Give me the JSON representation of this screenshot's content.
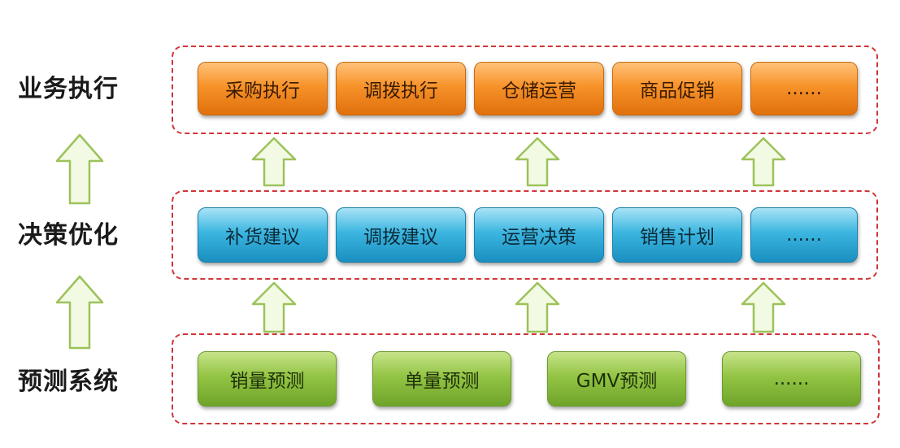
{
  "layers": [
    {
      "label": "业务执行",
      "color": "#f7932a",
      "items": [
        "采购执行",
        "调拨执行",
        "仓储运营",
        "商品促销",
        "......"
      ]
    },
    {
      "label": "决策优化",
      "color": "#3cb6e0",
      "items": [
        "补货建议",
        "调拨建议",
        "运营决策",
        "销售计划",
        "......"
      ]
    },
    {
      "label": "预测系统",
      "color": "#93c444",
      "items": [
        "销量预测",
        "单量预测",
        "GMV预测",
        "......"
      ]
    }
  ],
  "colors": {
    "frame_border": "#d0353a",
    "arrow_fill": "#f3fae3",
    "arrow_stroke": "#9cc25a"
  }
}
